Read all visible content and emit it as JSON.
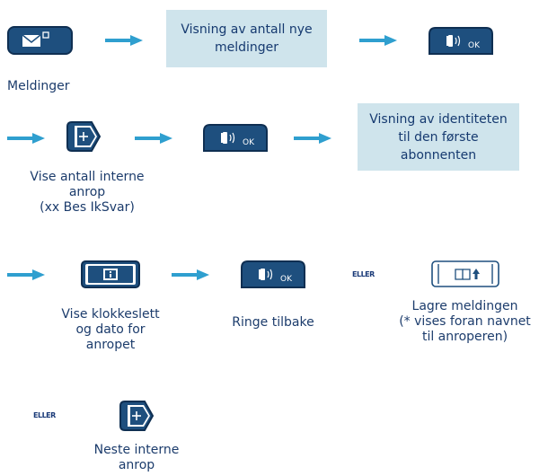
{
  "colors": {
    "key_fill": "#1e4f7e",
    "key_dark": "#0f2f52",
    "arrow": "#2f9fcf",
    "infobox_bg": "#cfe4ec",
    "text": "#1c3c6c"
  },
  "icons": {
    "message_key": "envelope-key-icon",
    "ok_key": "handset-ok-key-icon",
    "next_key": "next-plus-key-icon",
    "info_key": "info-key-icon",
    "directory_key": "directory-key-icon",
    "flow_arrow": "arrow-right-icon"
  },
  "row1": {
    "message_label": "Meldinger",
    "info_box": "Visning av antall nye\nmeldinger"
  },
  "row2": {
    "next_label": "Vise antall interne\nanrop\n(xx Bes IkSvar)",
    "info_box": "Visning av identiteten\ntil den første\nabonnenten"
  },
  "row3": {
    "info_label": "Vise klokkeslett\nog dato for\nanropet",
    "callback_label": "Ringe tilbake",
    "or_text": "ELLER",
    "save_label": "Lagre meldingen\n(* vises foran navnet\ntil anroperen)"
  },
  "row4": {
    "or_text": "ELLER",
    "next_label": "Neste interne\nanrop"
  },
  "ok_key_text": "OK"
}
